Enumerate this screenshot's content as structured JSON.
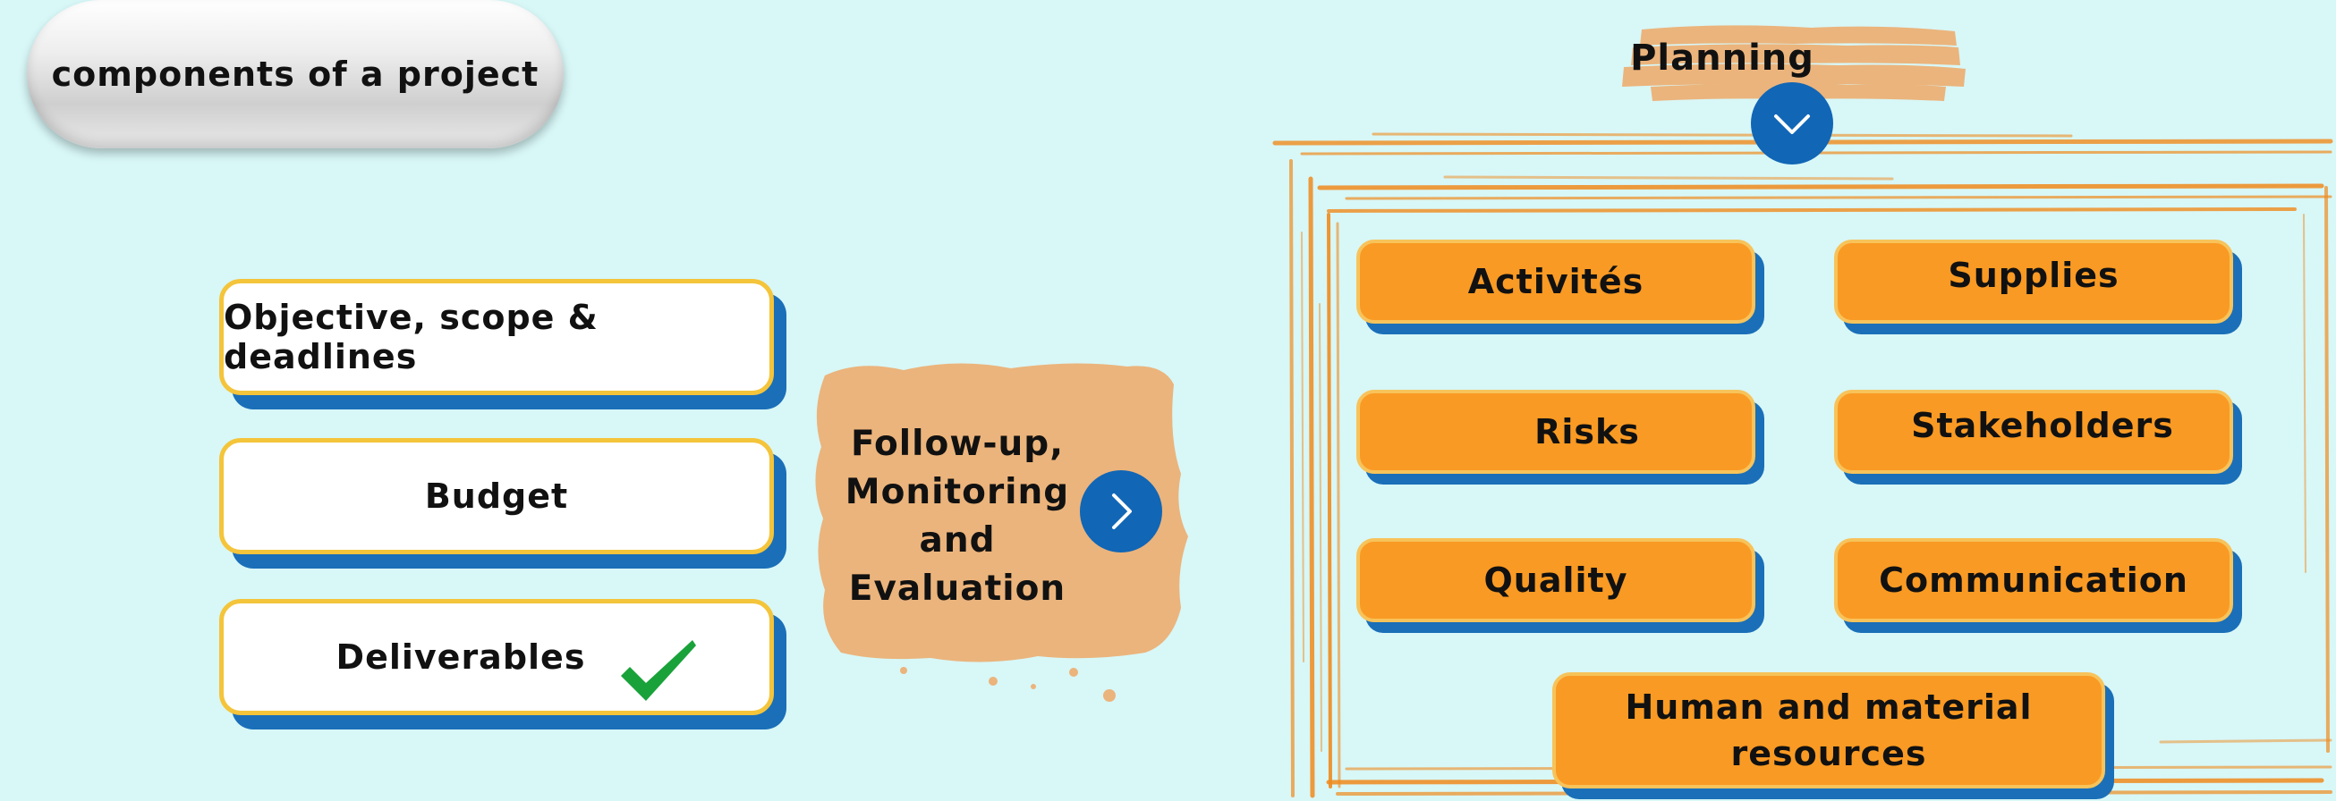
{
  "title": "components of a project",
  "left_cards": [
    {
      "label": "Objective, scope & deadlines"
    },
    {
      "label": "Budget"
    },
    {
      "label": "Deliverables"
    }
  ],
  "followup": {
    "line1": "Follow-up,",
    "line2": "Monitoring",
    "line3": "and",
    "line4": "Evaluation"
  },
  "planning": {
    "label": "Planning",
    "items": [
      {
        "label": "Activités"
      },
      {
        "label": "Supplies"
      },
      {
        "label": "Risks"
      },
      {
        "label": "Stakeholders"
      },
      {
        "label": "Quality"
      },
      {
        "label": "Communication"
      }
    ],
    "bottom_item": {
      "line1": "Human and material",
      "line2": "resources"
    }
  },
  "icons": {
    "deliverables_done": "checkmark-icon",
    "next": "chevron-right-icon",
    "expand": "chevron-down-icon"
  },
  "colors": {
    "background": "#d8f7f7",
    "orange_card": "#f99a24",
    "card_border": "#f4c43a",
    "shadow_blue": "#1a6fb8",
    "circle_blue": "#1166b6",
    "brush_orange": "#f08a1c",
    "blob_peach": "#ebb47c",
    "check_green": "#19a23a"
  }
}
